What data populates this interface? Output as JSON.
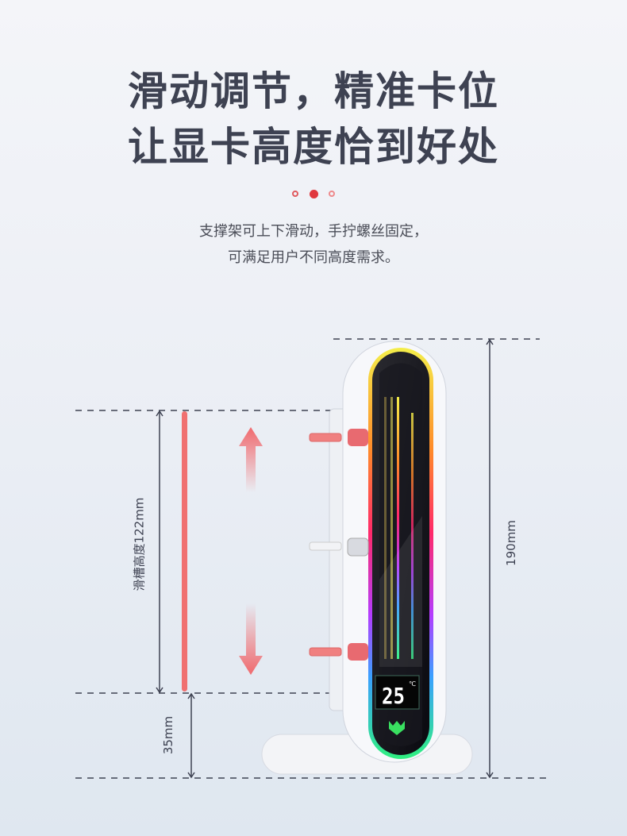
{
  "header": {
    "title_line1": "滑动调节，精准卡位",
    "title_line2": "让显卡高度恰到好处"
  },
  "pager": {
    "count": 3,
    "active_index": 1,
    "color": "#e0383e"
  },
  "description": {
    "line1": "支撑架可上下滑动，手拧螺丝固定，",
    "line2": "可满足用户不同高度需求。"
  },
  "dimensions": {
    "slot_height": "滑槽高度122mm",
    "base_height": "35mm",
    "total_height": "190mm"
  },
  "product": {
    "display_temperature": "25",
    "display_unit": "℃",
    "accent_color": "#f07070"
  }
}
